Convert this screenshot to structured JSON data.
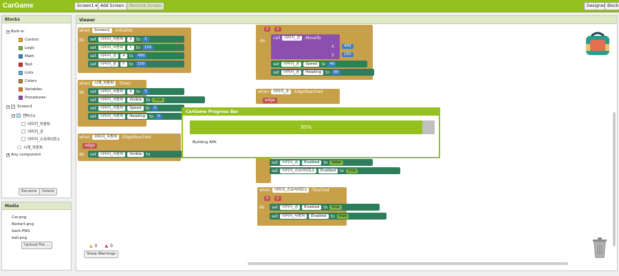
{
  "app_title": "CarGame",
  "toolbar": {
    "screen_dropdown": "Screen1 ▾",
    "add_screen": "Add Screen ...",
    "remove_screen": "Remove Screen",
    "designer": "Designer",
    "blocks": "Blocks"
  },
  "blocks_panel": {
    "title": "Blocks",
    "builtin_label": "Built-in",
    "builtin": [
      {
        "label": "Control",
        "color": "#e1a82c"
      },
      {
        "label": "Logic",
        "color": "#7cb342"
      },
      {
        "label": "Math",
        "color": "#3b7fc4"
      },
      {
        "label": "Text",
        "color": "#c0392b"
      },
      {
        "label": "Lists",
        "color": "#62a8d8"
      },
      {
        "label": "Colors",
        "color": "#b0813d"
      },
      {
        "label": "Variables",
        "color": "#e47b2b"
      },
      {
        "label": "Procedures",
        "color": "#8b4fad"
      }
    ],
    "screen1": "Screen1",
    "canvas": "캔버스1",
    "components": [
      "이미지_자동차",
      "이미지_공",
      "이미지_스프라이트1"
    ],
    "timer": "시계_자동차",
    "any_component": "Any component",
    "rename": "Rename",
    "delete": "Delete"
  },
  "media": {
    "title": "Media",
    "files": [
      "Car.png",
      "Restart.png",
      "back.PNG",
      "ball.png"
    ],
    "upload": "Upload File ..."
  },
  "viewer": {
    "title": "Viewer",
    "warnings_count": "0",
    "errors_count": "0",
    "show_warnings": "Show Warnings"
  },
  "blocks": {
    "when": "when",
    "do": "do",
    "set": "set",
    "to": "to",
    "call": "call",
    "initialize": ".Initialize",
    "timer": ".Timer",
    "edge_reached": ".EdgeReached",
    "touched": ".Touched",
    "move_to": ".MoveTo",
    "edge": "edge",
    "x": "x",
    "y": "y",
    "screen1": "Screen1",
    "car": "이미지_자동차",
    "ball": "이미지_공",
    "sprite1": "이미지_스프라이트1",
    "clock": "시계_자동차",
    "prop_x": "X",
    "prop_y": "Y",
    "visible": "Visible",
    "speed": "Speed",
    "heading": "Heading",
    "enabled": "Enabled",
    "true": "true",
    "false": "false",
    "n5": "5",
    "n150": "150",
    "n400": "400",
    "n40": "40",
    "n90": "90"
  },
  "dialog": {
    "title": "CarGame Progress Bar",
    "progress": 0.95,
    "percent_label": "95%",
    "status": "Building APK"
  }
}
